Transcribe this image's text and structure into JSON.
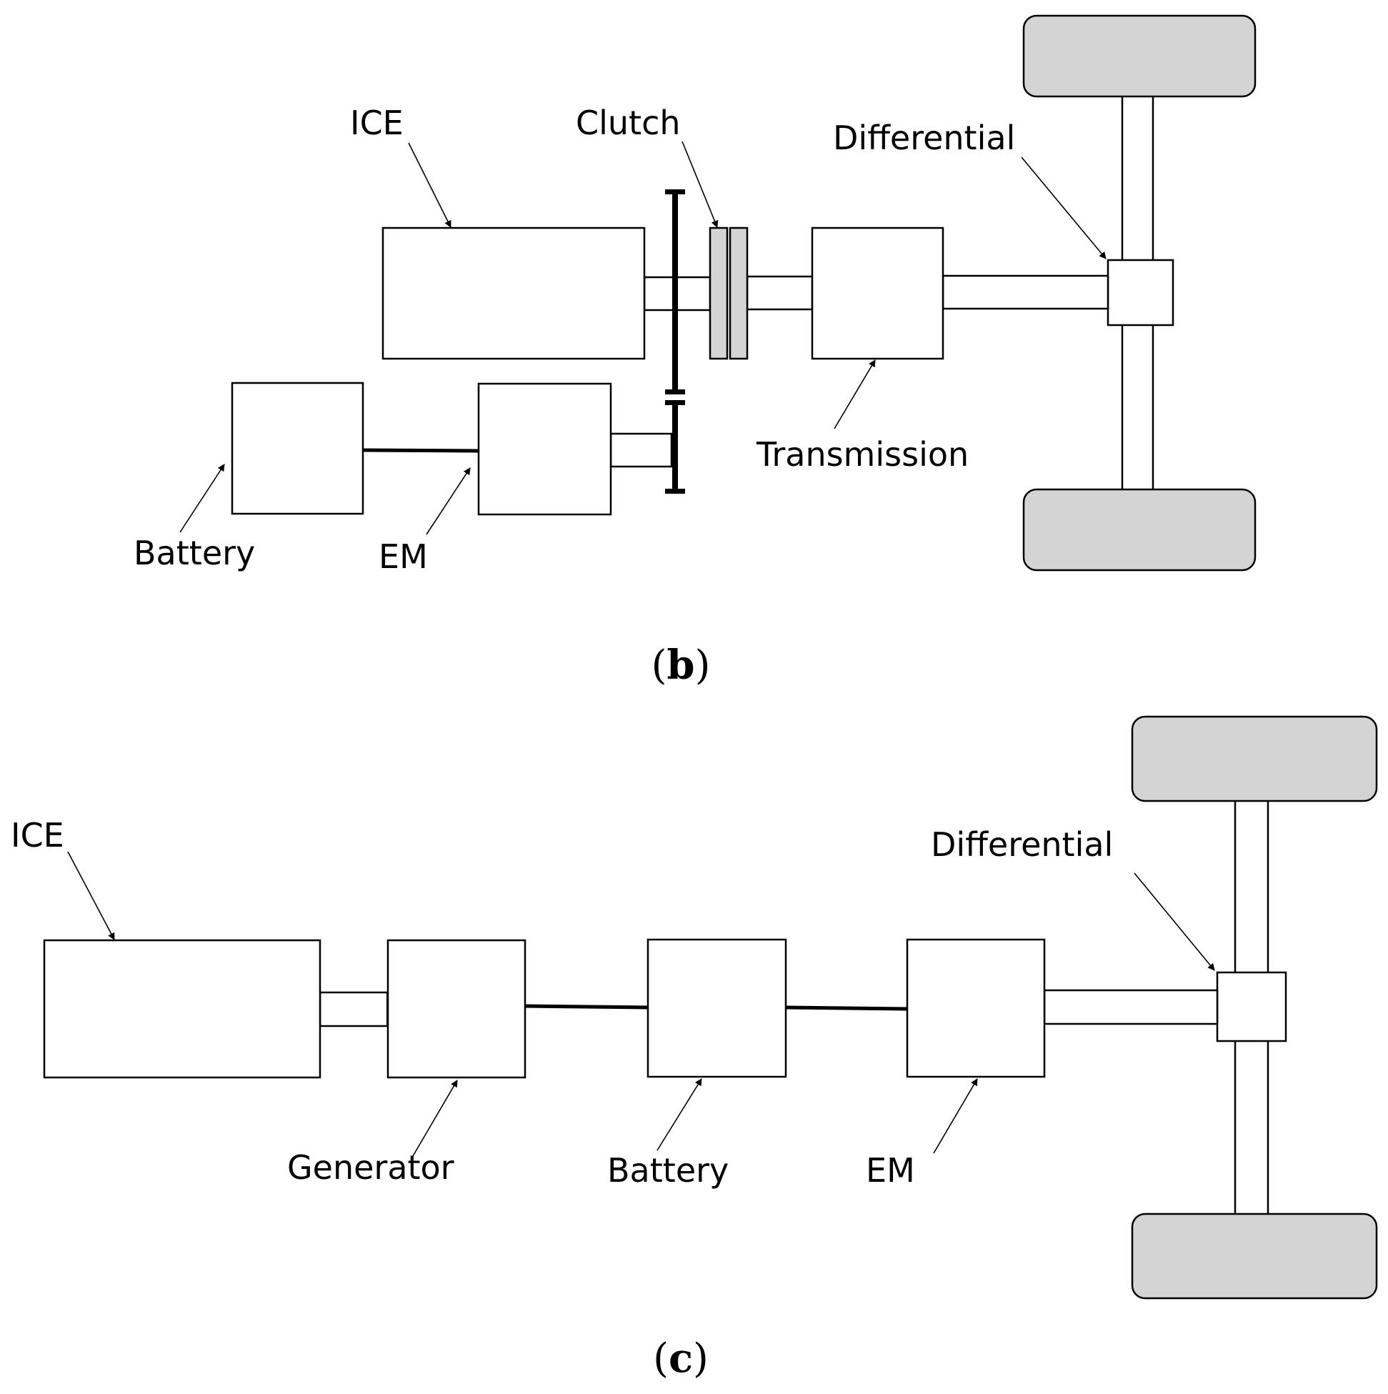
{
  "colors": {
    "stroke": "#000000",
    "component_fill": "#ffffff",
    "wheel_fill": "#d4d4d4",
    "clutch_fill": "#d4d4d4"
  },
  "panel_b": {
    "caption_open": "(",
    "caption_letter": "b",
    "caption_close": ")",
    "labels": {
      "ice": "ICE",
      "clutch": "Clutch",
      "differential": "Differential",
      "transmission": "Transmission",
      "battery": "Battery",
      "em": "EM"
    }
  },
  "panel_c": {
    "caption_open": "(",
    "caption_letter": "c",
    "caption_close": ")",
    "labels": {
      "ice": "ICE",
      "differential": "Differential",
      "generator": "Generator",
      "battery": "Battery",
      "em": "EM"
    }
  }
}
